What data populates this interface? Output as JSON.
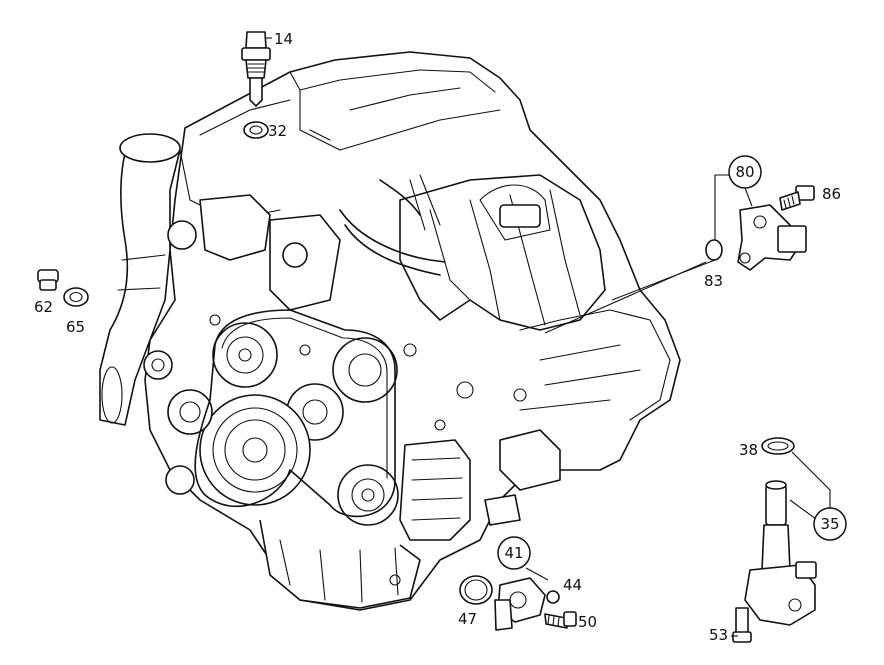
{
  "diagram": {
    "type": "exploded-parts-diagram",
    "callouts": [
      {
        "id": "c14",
        "label": "14"
      },
      {
        "id": "c32",
        "label": "32"
      },
      {
        "id": "c62",
        "label": "62"
      },
      {
        "id": "c65",
        "label": "65"
      },
      {
        "id": "c80",
        "label": "80",
        "circled": true
      },
      {
        "id": "c86",
        "label": "86"
      },
      {
        "id": "c83",
        "label": "83"
      },
      {
        "id": "c38",
        "label": "38"
      },
      {
        "id": "c35",
        "label": "35",
        "circled": true
      },
      {
        "id": "c41",
        "label": "41",
        "circled": true
      },
      {
        "id": "c44",
        "label": "44"
      },
      {
        "id": "c47",
        "label": "47"
      },
      {
        "id": "c50",
        "label": "50"
      },
      {
        "id": "c53",
        "label": "53"
      }
    ]
  }
}
